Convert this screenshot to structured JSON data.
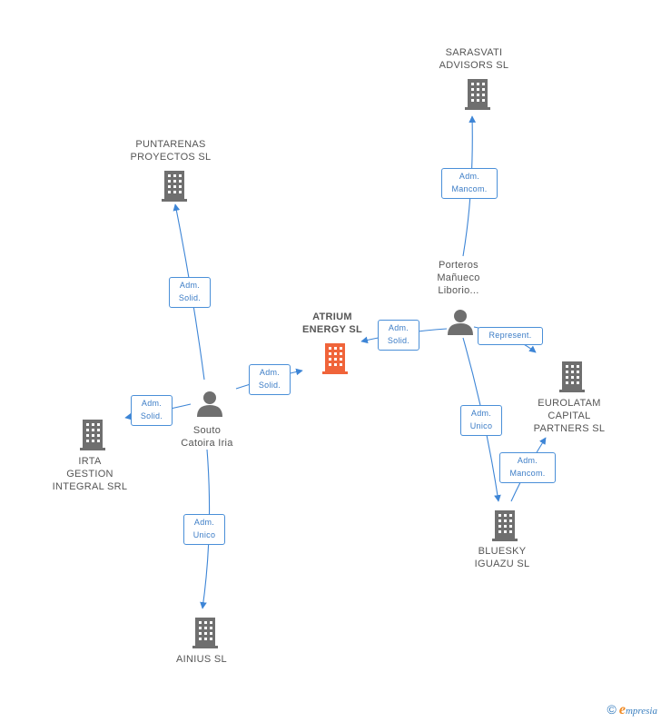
{
  "nodes": {
    "atrium": {
      "label": "ATRIUM\nENERGY SL",
      "type": "company",
      "highlight": true
    },
    "sarasvati": {
      "label": "SARASVATI\nADVISORS SL",
      "type": "company"
    },
    "puntarenas": {
      "label": "PUNTARENAS\nPROYECTOS SL",
      "type": "company"
    },
    "porteros": {
      "label": "Porteros\nMañueco\nLiborio...",
      "type": "person"
    },
    "souto": {
      "label": "Souto\nCatoira Iria",
      "type": "person"
    },
    "eurolatam": {
      "label": "EUROLATAM\nCAPITAL\nPARTNERS SL",
      "type": "company"
    },
    "irta": {
      "label": "IRTA\nGESTION\nINTEGRAL SRL",
      "type": "company"
    },
    "bluesky": {
      "label": "BLUESKY\nIGUAZU SL",
      "type": "company"
    },
    "ainius": {
      "label": "AINIUS SL",
      "type": "company"
    }
  },
  "edges": [
    {
      "id": "porteros-sarasvati",
      "label": "Adm.\nMancom."
    },
    {
      "id": "souto-puntarenas",
      "label": "Adm.\nSolid."
    },
    {
      "id": "porteros-atrium",
      "label": "Adm.\nSolid."
    },
    {
      "id": "porteros-eurolatam",
      "label": "Represent."
    },
    {
      "id": "souto-atrium",
      "label": "Adm.\nSolid."
    },
    {
      "id": "souto-irta",
      "label": "Adm.\nSolid."
    },
    {
      "id": "porteros-bluesky",
      "label": "Adm.\nUnico"
    },
    {
      "id": "bluesky-eurolatam",
      "label": "Adm.\nMancom."
    },
    {
      "id": "souto-ainius",
      "label": "Adm.\nUnico"
    }
  ],
  "colors": {
    "edge": "#3d85d6",
    "company_icon": "#6f6f6f",
    "highlight_icon": "#f0643a",
    "person_icon": "#6f6f6f"
  },
  "footer": {
    "copyright": "©",
    "brand_first": "e",
    "brand_rest": "mpresia"
  }
}
